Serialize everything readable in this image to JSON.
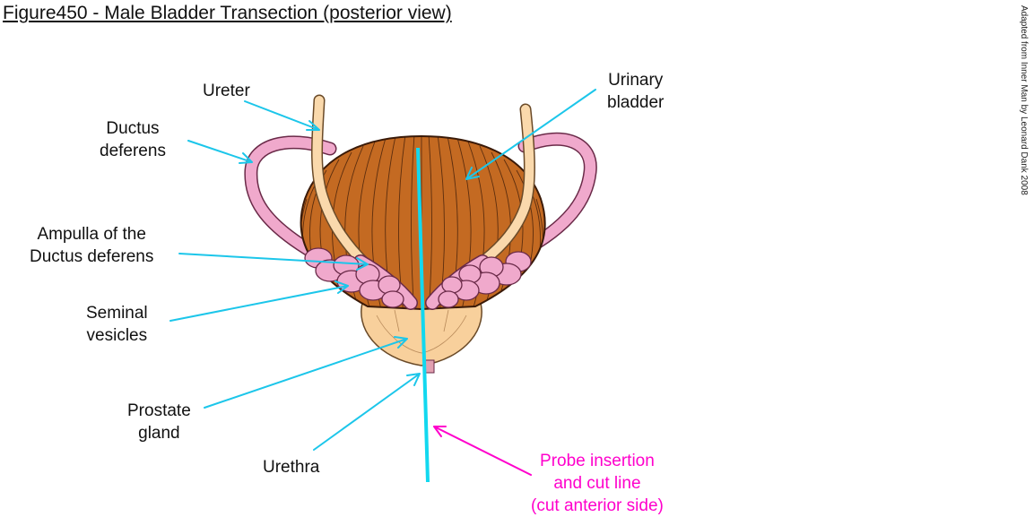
{
  "title": "Figure450 - Male Bladder Transection (posterior view)",
  "credit": "Adapted from Inner Man by Leonard Dank 2008",
  "labels": {
    "ureter": [
      "Ureter"
    ],
    "ductus_deferens": [
      "Ductus",
      "deferens"
    ],
    "ampulla": [
      "Ampulla of the",
      "Ductus deferens"
    ],
    "seminal_vesicles": [
      "Seminal",
      "vesicles"
    ],
    "prostate_gland": [
      "Prostate",
      "gland"
    ],
    "urethra": [
      "Urethra"
    ],
    "urinary_bladder": [
      "Urinary",
      "bladder"
    ],
    "probe": [
      "Probe insertion",
      "and cut line",
      "(cut anterior side)"
    ]
  },
  "colors": {
    "bladder": "#c46a22",
    "bladder_stroke": "#3a1a08",
    "ureter": "#fad9ac",
    "ductus": "#f0a9cc",
    "prostate": "#f8d09c",
    "leader": "#1cc6ea",
    "probe_line": "#12d8ef",
    "probe_text": "#ff00cc"
  }
}
